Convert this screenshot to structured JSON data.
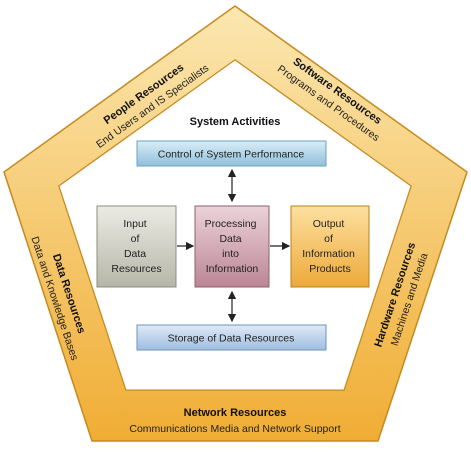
{
  "diagram": {
    "center_title": "System Activities",
    "control_box": "Control of System Performance",
    "storage_box": "Storage of Data Resources",
    "input_box": [
      "Input",
      "of",
      "Data",
      "Resources"
    ],
    "processing_box": [
      "Processing",
      "Data",
      "into",
      "Information"
    ],
    "output_box": [
      "Output",
      "of",
      "Information",
      "Products"
    ]
  },
  "resources": {
    "people": {
      "title": "People Resources",
      "subtitle": "End Users and IS Specialists"
    },
    "software": {
      "title": "Software Resources",
      "subtitle": "Programs and Procedures"
    },
    "hardware": {
      "title": "Hardware Resources",
      "subtitle": "Machines and Media"
    },
    "network": {
      "title": "Network Resources",
      "subtitle": "Communications Media and Network Support"
    },
    "data": {
      "title": "Data Resources",
      "subtitle": "Data and Knowledge Bases"
    }
  },
  "colors": {
    "frame_outer": "#f3b53e",
    "frame_inner": "#fbe3a7",
    "frame_stroke": "#c98a18",
    "control_fill": "#b9d9ea",
    "storage_fill": "#c3d6ec",
    "input_fill": "#cfcfc4",
    "processing_fill": "#cfa8b3",
    "output_fill": "#f4c25a"
  }
}
